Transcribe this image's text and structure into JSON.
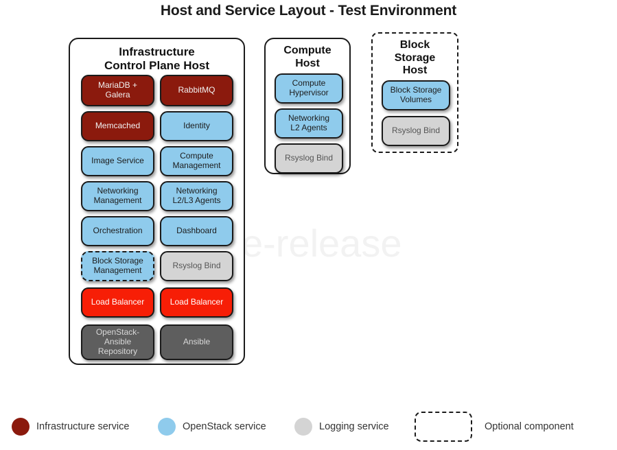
{
  "title": "Host and Service Layout - Test Environment",
  "watermark": "e-release",
  "colors": {
    "infrastructure_service": "#8B1A0D",
    "openstack_service": "#8FCBEC",
    "logging_service": "#D4D4D4",
    "load_balancer": "#F71E06",
    "tooling": "#5E5E5E",
    "border": "#1A1A1A",
    "background": "#FFFFFF"
  },
  "panels": [
    {
      "id": "infrastructure-control-plane-host",
      "title": "Infrastructure\nControl Plane Host",
      "optional": false,
      "services": [
        {
          "label": "MariaDB +\nGalera",
          "kind": "infra",
          "optional": false
        },
        {
          "label": "RabbitMQ",
          "kind": "infra",
          "optional": false
        },
        {
          "label": "Memcached",
          "kind": "infra",
          "optional": false
        },
        {
          "label": "Identity",
          "kind": "openstack",
          "optional": false
        },
        {
          "label": "Image Service",
          "kind": "openstack",
          "optional": false
        },
        {
          "label": "Compute\nManagement",
          "kind": "openstack",
          "optional": false
        },
        {
          "label": "Networking\nManagement",
          "kind": "openstack",
          "optional": false
        },
        {
          "label": "Networking\nL2/L3 Agents",
          "kind": "openstack",
          "optional": false
        },
        {
          "label": "Orchestration",
          "kind": "openstack",
          "optional": false
        },
        {
          "label": "Dashboard",
          "kind": "openstack",
          "optional": false
        },
        {
          "label": "Block Storage\nManagement",
          "kind": "openstack",
          "optional": true
        },
        {
          "label": "Rsyslog Bind",
          "kind": "logging",
          "optional": false
        },
        {
          "label": "Load Balancer",
          "kind": "lb",
          "optional": false
        },
        {
          "label": "Load Balancer",
          "kind": "lb",
          "optional": false
        },
        {
          "label": "OpenStack-\nAnsible\nRepository",
          "kind": "tooling",
          "optional": false
        },
        {
          "label": "Ansible",
          "kind": "tooling",
          "optional": false
        }
      ]
    },
    {
      "id": "compute-host",
      "title": "Compute\nHost",
      "optional": false,
      "services": [
        {
          "label": "Compute\nHypervisor",
          "kind": "openstack",
          "optional": false
        },
        {
          "label": "Networking\nL2 Agents",
          "kind": "openstack",
          "optional": false
        },
        {
          "label": "Rsyslog Bind",
          "kind": "logging",
          "optional": false
        }
      ]
    },
    {
      "id": "block-storage-host",
      "title": "Block\nStorage\nHost",
      "optional": true,
      "services": [
        {
          "label": "Block Storage\nVolumes",
          "kind": "openstack",
          "optional": false
        },
        {
          "label": "Rsyslog Bind",
          "kind": "logging",
          "optional": false
        }
      ]
    }
  ],
  "legend": [
    {
      "id": "infrastructure-service",
      "label": "Infrastructure service",
      "swatch": "circle",
      "color": "#8B1A0D"
    },
    {
      "id": "openstack-service",
      "label": "OpenStack service",
      "swatch": "circle",
      "color": "#8FCBEC"
    },
    {
      "id": "logging-service",
      "label": "Logging service",
      "swatch": "circle",
      "color": "#D4D4D4"
    },
    {
      "id": "optional-component",
      "label": "Optional component",
      "swatch": "dashed-rect",
      "color": "#FFFFFF"
    }
  ]
}
